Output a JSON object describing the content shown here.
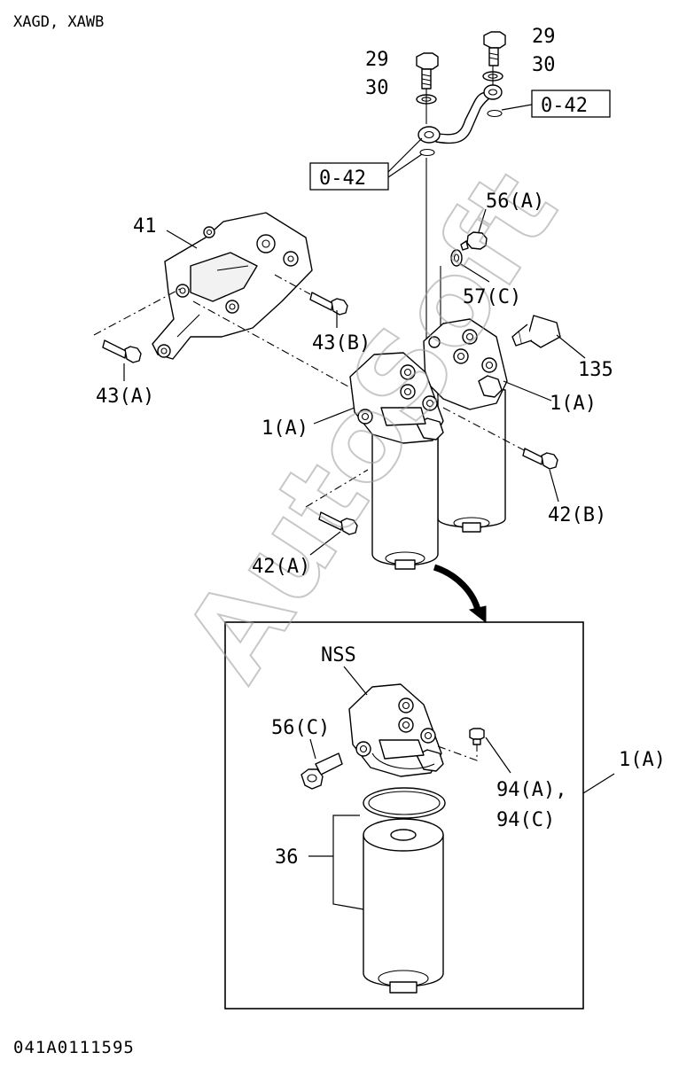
{
  "header": {
    "models": "XAGD, XAWB"
  },
  "footer": {
    "drawing_number": "041A0111595"
  },
  "watermark": {
    "text": "AutoSoft"
  },
  "callouts": {
    "bolt_29_left": "29",
    "washer_30_left": "30",
    "bolt_29_right": "29",
    "washer_30_right": "30",
    "ref_042_right": "0-42",
    "ref_042_left": "0-42",
    "bracket_41": "41",
    "plug_56a": "56(A)",
    "gasket_57c": "57(C)",
    "bolt_43b": "43(B)",
    "bolt_43a": "43(A)",
    "sensor_135": "135",
    "filter_1a_right": "1(A)",
    "filter_1a_left": "1(A)",
    "bolt_42b": "42(B)",
    "bolt_42a": "42(A)",
    "detail_nss": "NSS",
    "detail_56c": "56(C)",
    "detail_94a": "94(A),",
    "detail_94c": "94(C)",
    "detail_36": "36",
    "detail_1a": "1(A)"
  },
  "colors": {
    "ink": "#000000",
    "paper": "#ffffff",
    "watermark": "#9a9a9a"
  }
}
